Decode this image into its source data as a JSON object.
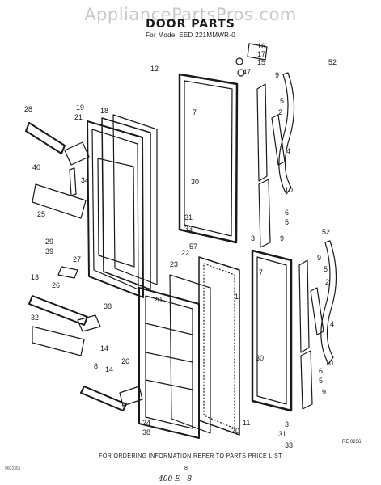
{
  "watermark": "AppliancePartsPros.com",
  "title": "DOOR PARTS",
  "subtitle": "For Model EED 221MMWR-0",
  "footer": "FOR ORDERING INFORMATION REFER TO PARTS PRICE LIST",
  "page_number": "8",
  "doc_id": "9602351",
  "ref_code": "RE 0236",
  "handwriting": "400 E - 8",
  "callouts": [
    "16",
    "17",
    "15",
    "47",
    "52",
    "12",
    "9",
    "5",
    "2",
    "7",
    "4",
    "10",
    "30",
    "6",
    "5",
    "31",
    "33",
    "3",
    "9",
    "28",
    "19",
    "21",
    "18",
    "34",
    "40",
    "25",
    "29",
    "39",
    "27",
    "13",
    "26",
    "38",
    "20",
    "32",
    "14",
    "26",
    "8",
    "14",
    "22",
    "57",
    "23",
    "1",
    "24",
    "38",
    "20",
    "11",
    "3",
    "31",
    "33",
    "52",
    "9",
    "5",
    "2",
    "7",
    "4",
    "10",
    "30",
    "6",
    "5",
    "9"
  ]
}
